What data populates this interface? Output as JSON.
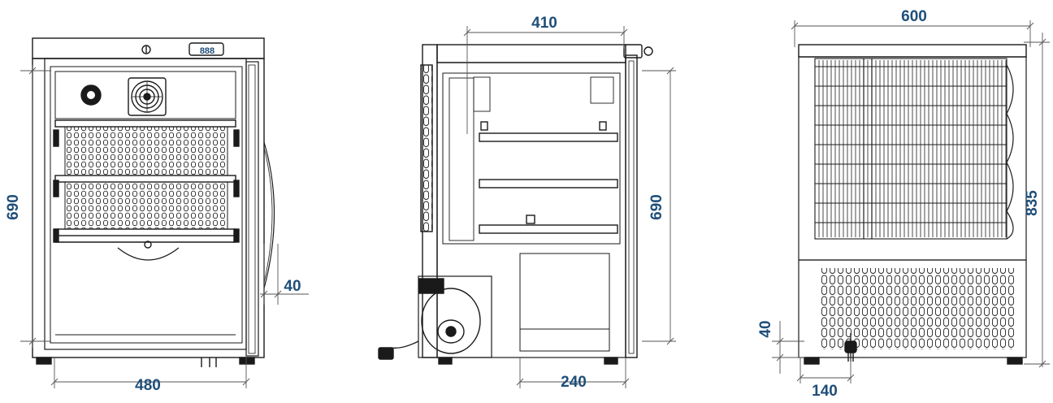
{
  "colors": {
    "dimension_text": "#1f4e79",
    "line": "#1a1a1a",
    "thin_line": "#555555"
  },
  "front_view": {
    "width_label": "480",
    "height_label": "690",
    "door_offset_label": "40"
  },
  "side_view": {
    "depth_label": "410",
    "height_label": "690",
    "bottom_depth_label": "240"
  },
  "back_view": {
    "width_label": "600",
    "total_height_label": "835",
    "foot_height_label": "40",
    "plug_offset_label": "140"
  },
  "display_panel": {
    "reading": "888"
  }
}
